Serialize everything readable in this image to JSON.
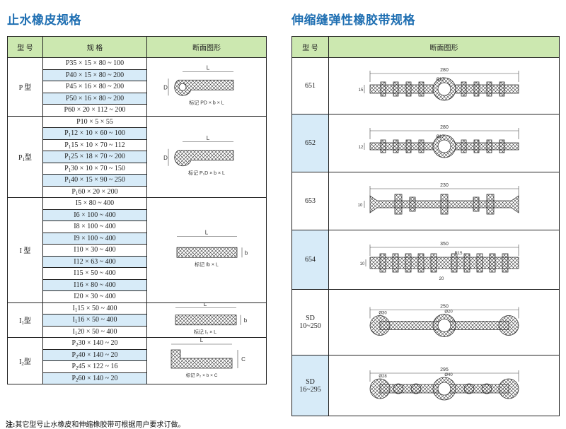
{
  "left_title": "止水橡皮规格",
  "right_title": "伸缩缝弹性橡胶带规格",
  "left_headers": {
    "type": "型 号",
    "spec": "规 格",
    "section": "断面图形"
  },
  "right_headers": {
    "type": "型 号",
    "section": "断面图形"
  },
  "left_groups": [
    {
      "type": "P 型",
      "specs": [
        "P35 × 15 × 80 ~ 100",
        "P40 × 15 × 80 ~ 200",
        "P45 × 16 × 80 ~ 200",
        "P50 × 16 × 80 ~ 200",
        "P60 × 20 × 112 ~ 200"
      ],
      "diagram": {
        "label_top": "L",
        "label_side": "D",
        "caption": "标记 PD × b × L"
      }
    },
    {
      "type": "P",
      "sub": "1",
      "suffix": "型",
      "specs": [
        "P10 × 5 × 55",
        "P12 × 10 × 60 ~ 100",
        "P15 × 10 × 70 ~ 112",
        "P25 × 18 × 70 ~ 200",
        "P30 × 10 × 70 ~ 150",
        "P40 × 15 × 90 ~ 250",
        "P60 × 20 × 200"
      ],
      "spec_subs": [
        "",
        "1",
        "1",
        "1",
        "1",
        "1",
        "1"
      ],
      "diagram": {
        "label_top": "L",
        "label_side": "D",
        "caption": "标记 P₁D × b × L"
      }
    },
    {
      "type": "I 型",
      "specs": [
        "I5 × 80 ~ 400",
        "I6 × 100 ~ 400",
        "I8 × 100 ~ 400",
        "I9 × 100 ~ 400",
        "I10 × 30 ~ 400",
        "I12 × 63 ~ 400",
        "I15 × 50 ~ 400",
        "I16 × 80 ~ 400",
        "I20 × 30 ~ 400"
      ],
      "diagram": {
        "label_top": "L",
        "label_side": "b",
        "caption": "标记 Ib × L"
      }
    },
    {
      "type": "I",
      "sub": "1",
      "suffix": "型",
      "specs": [
        "I15 × 50 ~ 400",
        "I16 × 50 ~ 400",
        "I20 × 50 ~ 400"
      ],
      "spec_subs": [
        "1",
        "1",
        "1"
      ],
      "diagram": {
        "label_top": "L",
        "label_side": "b",
        "caption": "标记 I₁ × L"
      }
    },
    {
      "type": "I",
      "sub": "2",
      "suffix": "型",
      "specs": [
        "P30 × 140 ~ 20",
        "P40 × 140 ~ 20",
        "P45 × 122 ~ 16",
        "P60 × 140 ~ 20"
      ],
      "spec_subs": [
        "2",
        "2",
        "2",
        "2"
      ],
      "diagram": {
        "label_top": "L",
        "label_side": "C",
        "caption": "标记 P₂ × b × C"
      }
    }
  ],
  "right_rows": [
    {
      "type": "651",
      "dims": {
        "width": "280",
        "dia": "Ø17",
        "height": "15"
      }
    },
    {
      "type": "652",
      "dims": {
        "width": "280",
        "dia": "Ø17",
        "height": "12"
      }
    },
    {
      "type": "653",
      "dims": {
        "width": "230",
        "height": "10"
      }
    },
    {
      "type": "654",
      "dims": {
        "width": "350",
        "radius": "R15",
        "height": "10",
        "bottom": "20"
      }
    },
    {
      "type": "SD\n10~250",
      "dims": {
        "width": "250",
        "dia1": "Ø30",
        "dia2": "Ø20"
      }
    },
    {
      "type": "SD\n16~295",
      "dims": {
        "width": "295",
        "dia1": "Ø28",
        "dia2": "Ø40"
      }
    }
  ],
  "note_bold": "注:",
  "note_text": "其它型号止水橡皮和伸缩橡胶带可根据用户要求订做。",
  "colors": {
    "title": "#1f6fb2",
    "header_bg": "#cce8b0",
    "row_blue": "#d7ebf8"
  }
}
